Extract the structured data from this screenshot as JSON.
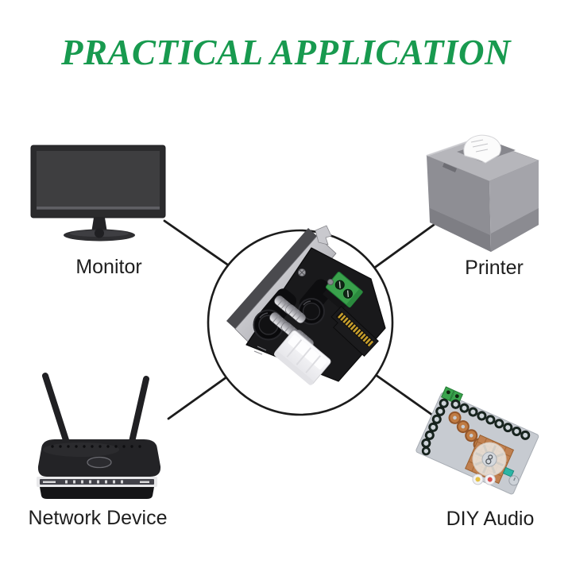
{
  "page": {
    "background": "#ffffff"
  },
  "title": {
    "text": "PRACTICAL APPLICATION",
    "color": "#189a4f"
  },
  "diagram": {
    "line_color": "#1c1c1c",
    "circle_border_color": "#1c1c1c",
    "center_illustration": "sata-molex-power-adapter-expansion-card",
    "applications": [
      {
        "label": "Monitor",
        "position": "top-left",
        "illustration": "desktop-monitor"
      },
      {
        "label": "Printer",
        "position": "top-right",
        "illustration": "receipt-printer"
      },
      {
        "label": "Network Device",
        "position": "bottom-left",
        "illustration": "wireless-router"
      },
      {
        "label": "DIY Audio",
        "position": "bottom-right",
        "illustration": "amplifier-board"
      }
    ]
  }
}
